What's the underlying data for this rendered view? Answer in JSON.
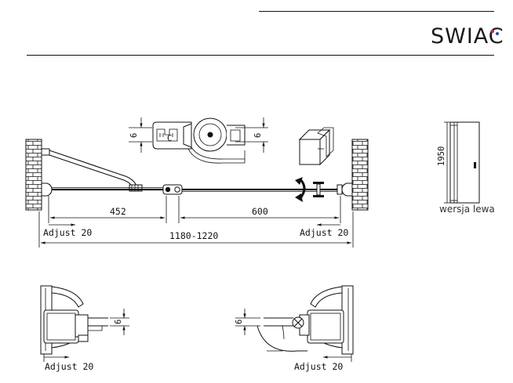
{
  "brand": {
    "name": "SWIAC",
    "dot_colors": [
      "#d9232e",
      "#2b4a9a"
    ]
  },
  "variant": {
    "label": "wersja lewa",
    "height": "1950"
  },
  "top_view": {
    "dim_left": "452",
    "dim_right": "600",
    "dim_total": "1180-1220",
    "adjust_left": "Adjust 20",
    "adjust_right": "Adjust 20",
    "detail_gap_left": "6",
    "detail_gap_right": "6"
  },
  "bottom_details": {
    "left_gap": "6",
    "right_gap": "6",
    "left_adjust": "Adjust 20",
    "right_adjust": "Adjust 20"
  }
}
